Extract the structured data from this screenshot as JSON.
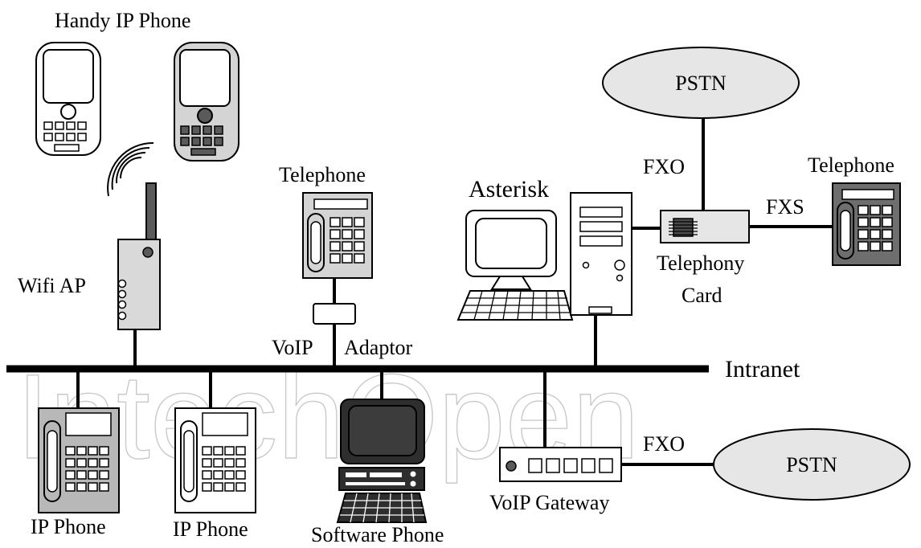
{
  "diagram": {
    "watermark": "IntechOpen",
    "labels": {
      "handy_ip_phone": "Handy IP Phone",
      "wifi_ap": "Wifi AP",
      "telephone_left": "Telephone",
      "voip": "VoIP",
      "adaptor": "Adaptor",
      "asterisk": "Asterisk",
      "pstn_top": "PSTN",
      "fxo_top": "FXO",
      "fxs": "FXS",
      "telephone_right": "Telephone",
      "telephony": "Telephony",
      "card": "Card",
      "intranet": "Intranet",
      "ip_phone_1": "IP Phone",
      "ip_phone_2": "IP Phone",
      "software_phone": "Software Phone",
      "voip_gateway": "VoIP Gateway",
      "fxo_bottom": "FXO",
      "pstn_bottom": "PSTN"
    }
  }
}
